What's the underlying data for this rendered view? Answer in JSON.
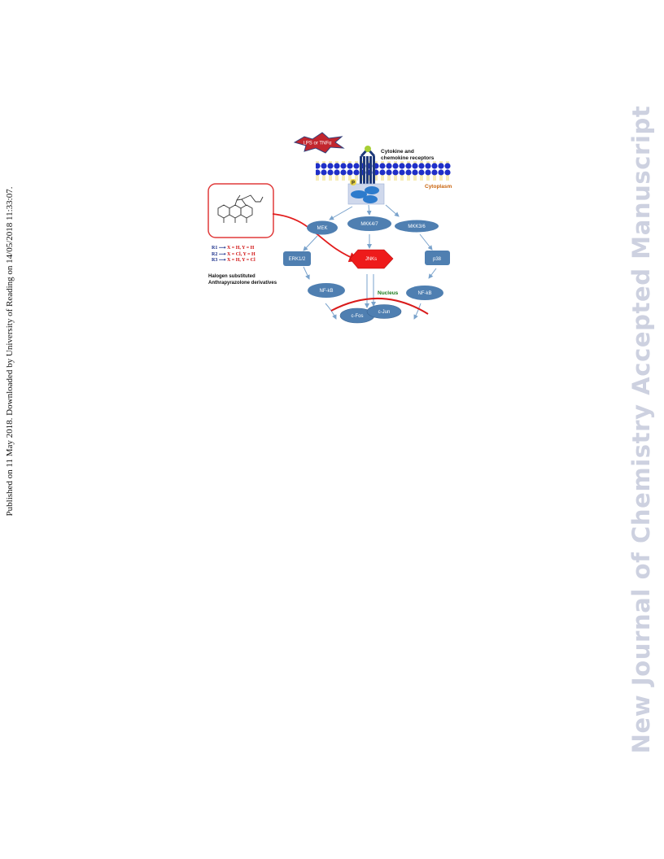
{
  "side_left_text": "Published on 11 May 2018. Downloaded by University of Reading on 14/05/2018 11:33:07.",
  "side_right_text": "New Journal of Chemistry Accepted Manuscript",
  "diagram": {
    "stimulus": "LPS  or TNFα",
    "receptor_label_1": "Cytokine and",
    "receptor_label_2": "chemokine receptors",
    "phospho": "P",
    "cytoplasm": "Cytoplasm",
    "nucleus": "Nucleus",
    "nodes": {
      "mek": "MEK",
      "mkk47": "MKK4/7",
      "mkk36": "MKK3/6",
      "erk": "ERK1/2",
      "jnks": "JNKs",
      "p38": "p38",
      "nfkb_left": "NF-kB",
      "nfkb_right": "NF-kB",
      "cfos": "c-Fos",
      "cjun": "c-Jun"
    },
    "legend": [
      {
        "r": "R1",
        "x": "X = H,",
        "y": "Y = H"
      },
      {
        "r": "R2",
        "x": "X = Cl,",
        "y": "Y = H"
      },
      {
        "r": "R3",
        "x": "X = H,",
        "y": "Y = Cl"
      }
    ],
    "compound_caption_1": "Halogen substituted",
    "compound_caption_2": "Anthrapyrazolone derivatives"
  },
  "colors": {
    "node_fill": "#4f7fb1",
    "jnk_fill": "#ee1b1b",
    "membrane_blue": "#1f2fc8",
    "cytoplasm_text": "#c8620a",
    "nucleus_text": "#1a7a1a",
    "red_line": "#d91b1b",
    "side_text": "#cdd1e0"
  }
}
